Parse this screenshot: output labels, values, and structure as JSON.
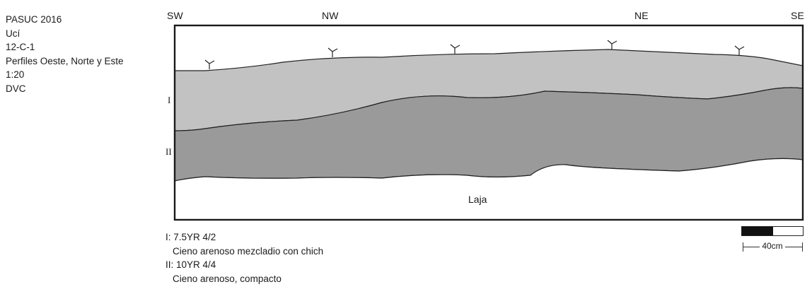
{
  "header": {
    "lines": [
      "PASUC 2016",
      "Ucí",
      "12-C-1",
      "Perfiles Oeste, Norte y Este",
      "1:20",
      "DVC"
    ]
  },
  "directions": {
    "sw": "SW",
    "nw": "NW",
    "ne": "NE",
    "se": "SE"
  },
  "layers": {
    "layer_1_label": "I",
    "layer_2_label": "II",
    "base_label": "Laja"
  },
  "colors": {
    "layer_1": "#c2c2c2",
    "layer_2": "#9a9a9a",
    "base": "#ffffff",
    "frame": "#1a1a1a"
  },
  "legend": {
    "layer_1_code": "I: 7.5YR 4/2",
    "layer_1_desc": "Cieno arenoso mezcladio con chich",
    "layer_2_code": "II: 10YR 4/4",
    "layer_2_desc": "Cieno arenoso, compacto"
  },
  "scale": {
    "label": "40cm"
  }
}
